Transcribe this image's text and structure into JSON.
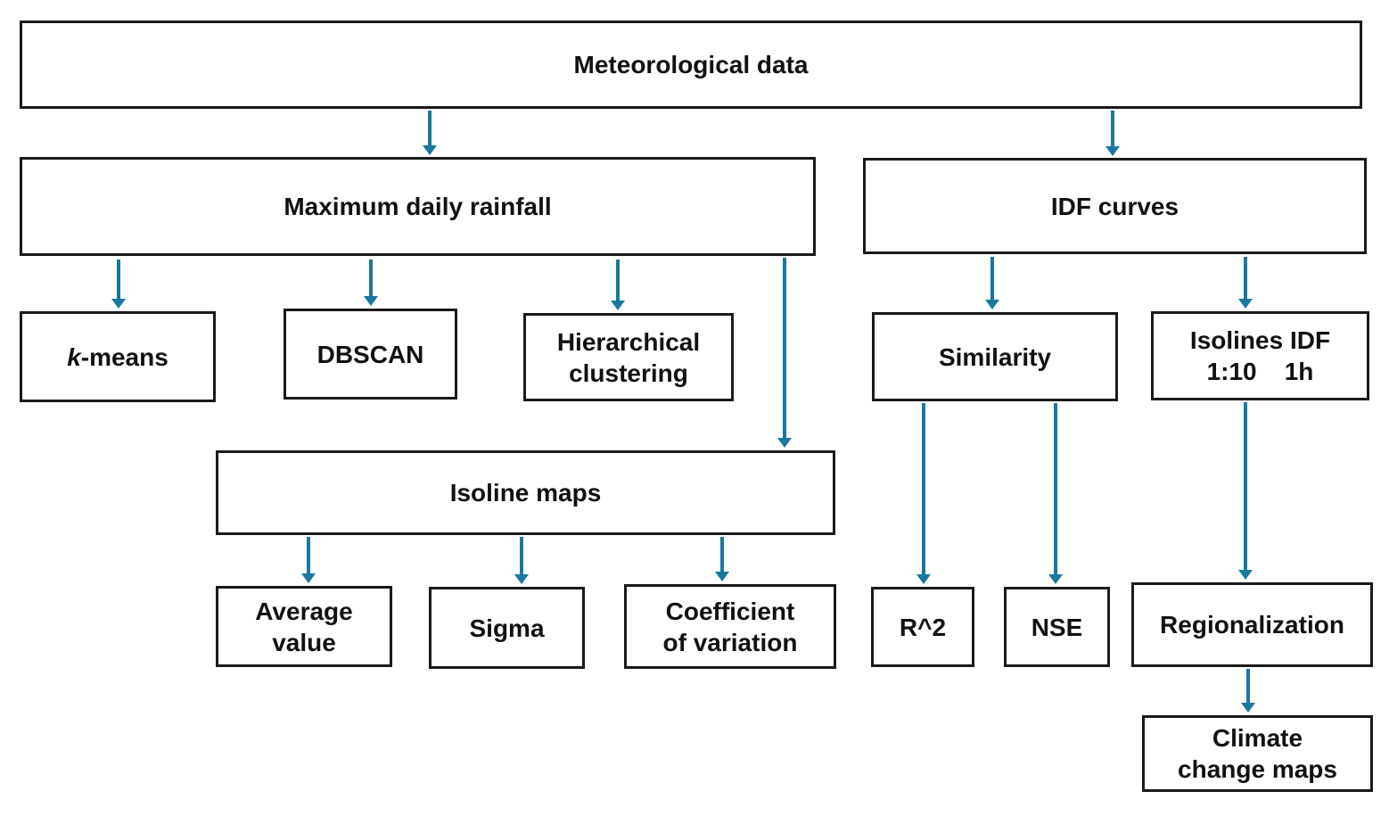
{
  "nodes": {
    "meteorological": {
      "label": "Meteorological data"
    },
    "max_daily": {
      "label": "Maximum daily rainfall"
    },
    "idf_curves": {
      "label": "IDF curves"
    },
    "k_means": {
      "label_italic": "k",
      "label_rest": "-means"
    },
    "dbscan": {
      "label": "DBSCAN"
    },
    "hierarchical": {
      "line1": "Hierarchical",
      "line2": "clustering"
    },
    "similarity": {
      "label": "Similarity"
    },
    "isolines_idf": {
      "line1": "Isolines IDF",
      "line2": "1:10    1h"
    },
    "isoline_maps": {
      "label": "Isoline maps"
    },
    "average_value": {
      "line1": "Average",
      "line2": "value"
    },
    "sigma": {
      "label": "Sigma"
    },
    "coeff_variation": {
      "line1": "Coefficient",
      "line2": "of variation"
    },
    "r_squared": {
      "label": "R^2"
    },
    "nse": {
      "label": "NSE"
    },
    "regionalization": {
      "label": "Regionalization"
    },
    "climate_change": {
      "line1": "Climate",
      "line2": "change maps"
    }
  },
  "edges": [
    {
      "from": "meteorological",
      "to": "max_daily"
    },
    {
      "from": "meteorological",
      "to": "idf_curves"
    },
    {
      "from": "max_daily",
      "to": "k_means"
    },
    {
      "from": "max_daily",
      "to": "dbscan"
    },
    {
      "from": "max_daily",
      "to": "hierarchical"
    },
    {
      "from": "max_daily",
      "to": "isoline_maps"
    },
    {
      "from": "idf_curves",
      "to": "similarity"
    },
    {
      "from": "idf_curves",
      "to": "isolines_idf"
    },
    {
      "from": "isoline_maps",
      "to": "average_value"
    },
    {
      "from": "isoline_maps",
      "to": "sigma"
    },
    {
      "from": "isoline_maps",
      "to": "coeff_variation"
    },
    {
      "from": "similarity",
      "to": "r_squared"
    },
    {
      "from": "similarity",
      "to": "nse"
    },
    {
      "from": "isolines_idf",
      "to": "regionalization"
    },
    {
      "from": "regionalization",
      "to": "climate_change"
    }
  ],
  "colors": {
    "arrow": "#1878A0",
    "border": "#1a1a1a",
    "text": "#111111",
    "background": "#ffffff"
  }
}
